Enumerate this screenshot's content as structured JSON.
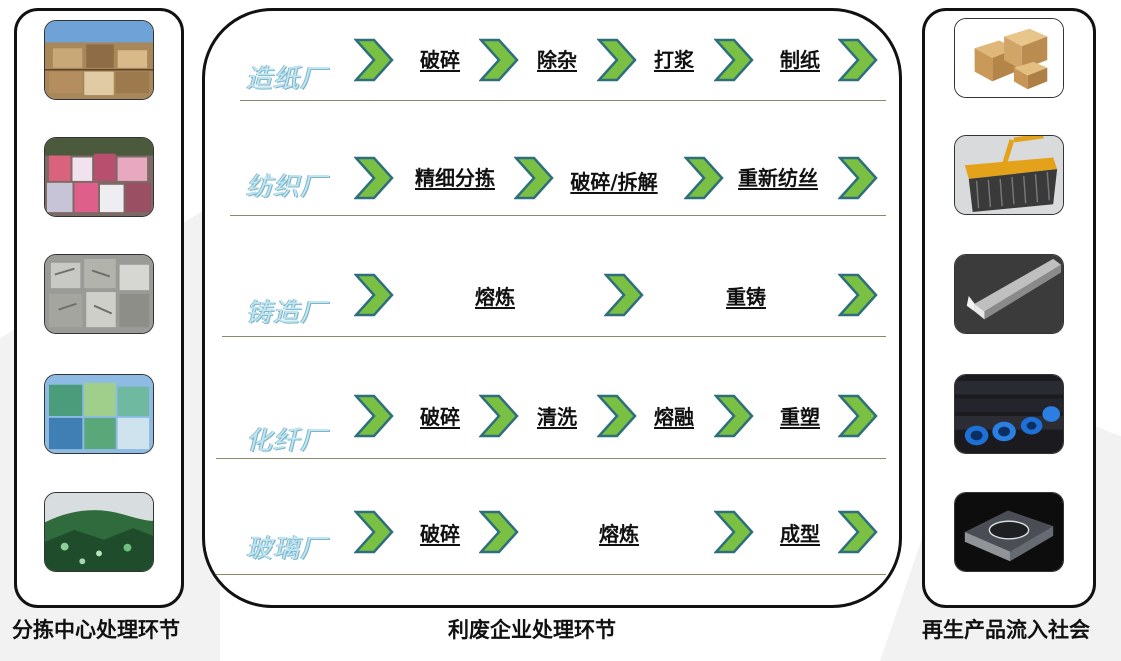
{
  "sections": {
    "left_caption": "分拣中心处理环节",
    "center_caption": "利废企业处理环节",
    "right_caption": "再生产品流入社会"
  },
  "rows": [
    {
      "factory": "造纸厂",
      "steps": [
        "破碎",
        "除杂",
        "打浆",
        "制纸"
      ]
    },
    {
      "factory": "纺织厂",
      "steps": [
        "精细分拣",
        "破碎/拆解",
        "重新纺丝"
      ]
    },
    {
      "factory": "铸造厂",
      "steps": [
        "熔炼",
        "重铸"
      ]
    },
    {
      "factory": "化纤厂",
      "steps": [
        "破碎",
        "清洗",
        "熔融",
        "重塑"
      ]
    },
    {
      "factory": "玻璃厂",
      "steps": [
        "破碎",
        "熔炼",
        "成型"
      ]
    }
  ],
  "left_images": [
    "waste-paper-bales-image",
    "textile-bales-image",
    "scrap-metal-bales-image",
    "plastic-bottle-bales-image",
    "broken-glass-pile-image"
  ],
  "right_images": [
    "cardboard-boxes-image",
    "broom-image",
    "metal-angle-bar-image",
    "corrugated-pipes-image",
    "glass-ashtray-image"
  ],
  "colors": {
    "chevron_green": "#7ac143",
    "chevron_outline": "#2f6f7d",
    "factory_text": "#bfe6f2",
    "border": "#111111"
  }
}
